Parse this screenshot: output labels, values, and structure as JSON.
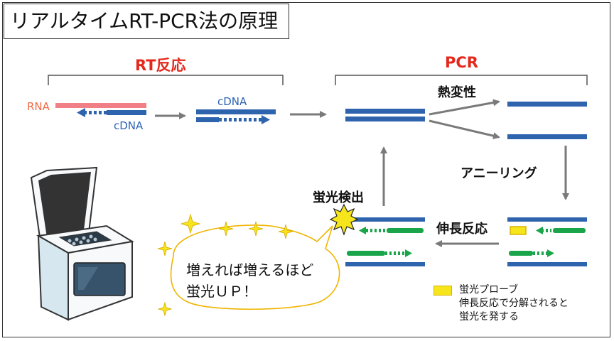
{
  "title": "リアルタイムRT-PCR法の原理",
  "sections": {
    "rt": "RT反応",
    "pcr": "PCR"
  },
  "rna_label": "RNA",
  "cdna_label_1": "cDNA",
  "cdna_label_2": "cDNA",
  "steps": {
    "denature": "熱変性",
    "annealing": "アニーリング",
    "extension": "伸長反応",
    "detection": "蛍光検出"
  },
  "bubble": {
    "line1": "増えれば増えるほど",
    "line2": "蛍光ＵＰ！"
  },
  "legend": {
    "line1": "蛍光プローブ",
    "line2": "伸長反応で分解されると",
    "line3": "蛍光を発する"
  },
  "colors": {
    "strand_blue": "#2e63ae",
    "rna_pink": "#f07f86",
    "primer_green": "#1aa54b",
    "probe_yellow": "#f5e51a",
    "arrow_gray": "#7a7a7a",
    "heading_red": "#e4291c"
  },
  "icons": {
    "instrument": "thermal-cycler-icon",
    "sparkle": "sparkle-icon",
    "flash": "fluorescence-flash-icon"
  }
}
